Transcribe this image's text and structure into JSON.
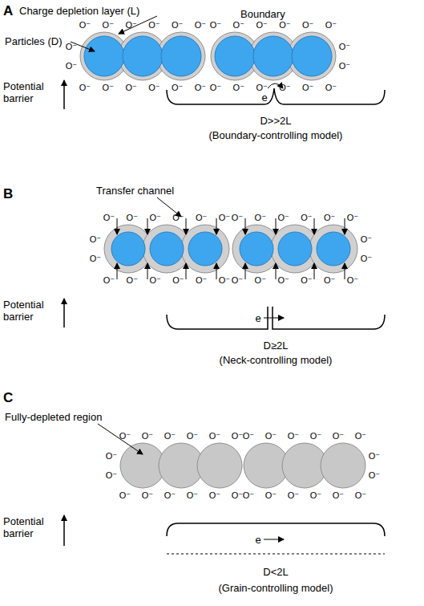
{
  "diagram": {
    "labels": [
      "A",
      "Charge depletion layer (L)",
      "Boundary",
      "Particles (D)",
      "O⁻",
      "O⁻",
      "O⁻",
      "O⁻",
      "O⁻",
      "O⁻",
      "O⁻",
      "O⁻",
      "O⁻",
      "O⁻",
      "O⁻",
      "O⁻",
      "O⁻",
      "O⁻",
      "O⁻",
      "O⁻",
      "O⁻",
      "O⁻",
      "O⁻",
      "O⁻",
      "O⁻",
      "O⁻",
      "O⁻",
      "O⁻",
      "O⁻",
      "O⁻",
      "O⁻",
      "O⁻",
      "Potential barrier",
      "e",
      "D>>2L",
      "(Boundary-controlling model)",
      "B",
      "Transfer channel",
      "O⁻",
      "O⁻",
      "O⁻",
      "O⁻",
      "O⁻",
      "O⁻",
      "O⁻",
      "O⁻",
      "O⁻",
      "O⁻",
      "O⁻",
      "O⁻",
      "O⁻",
      "O⁻",
      "O⁻",
      "O⁻",
      "O⁻",
      "O⁻",
      "O⁻",
      "O⁻",
      "O⁻",
      "O⁻",
      "O⁻",
      "O⁻",
      "O⁻",
      "O⁻",
      "O⁻",
      "O⁻",
      "Potential barrier",
      "e",
      "D≥2L",
      "(Neck-controlling model)",
      "C",
      "Fully-depleted region",
      "O⁻",
      "O⁻",
      "O⁻",
      "O⁻",
      "O⁻",
      "O⁻",
      "O⁻",
      "O⁻",
      "O⁻",
      "O⁻",
      "O⁻",
      "O⁻",
      "O⁻",
      "O⁻",
      "O⁻",
      "O⁻",
      "O⁻",
      "O⁻",
      "O⁻",
      "O⁻",
      "O⁻",
      "O⁻",
      "O⁻",
      "O⁻",
      "O⁻",
      "O⁻",
      "O⁻",
      "O⁻",
      "Potential barrier",
      "e",
      "D<2L",
      "(Grain-controlling model)"
    ]
  }
}
